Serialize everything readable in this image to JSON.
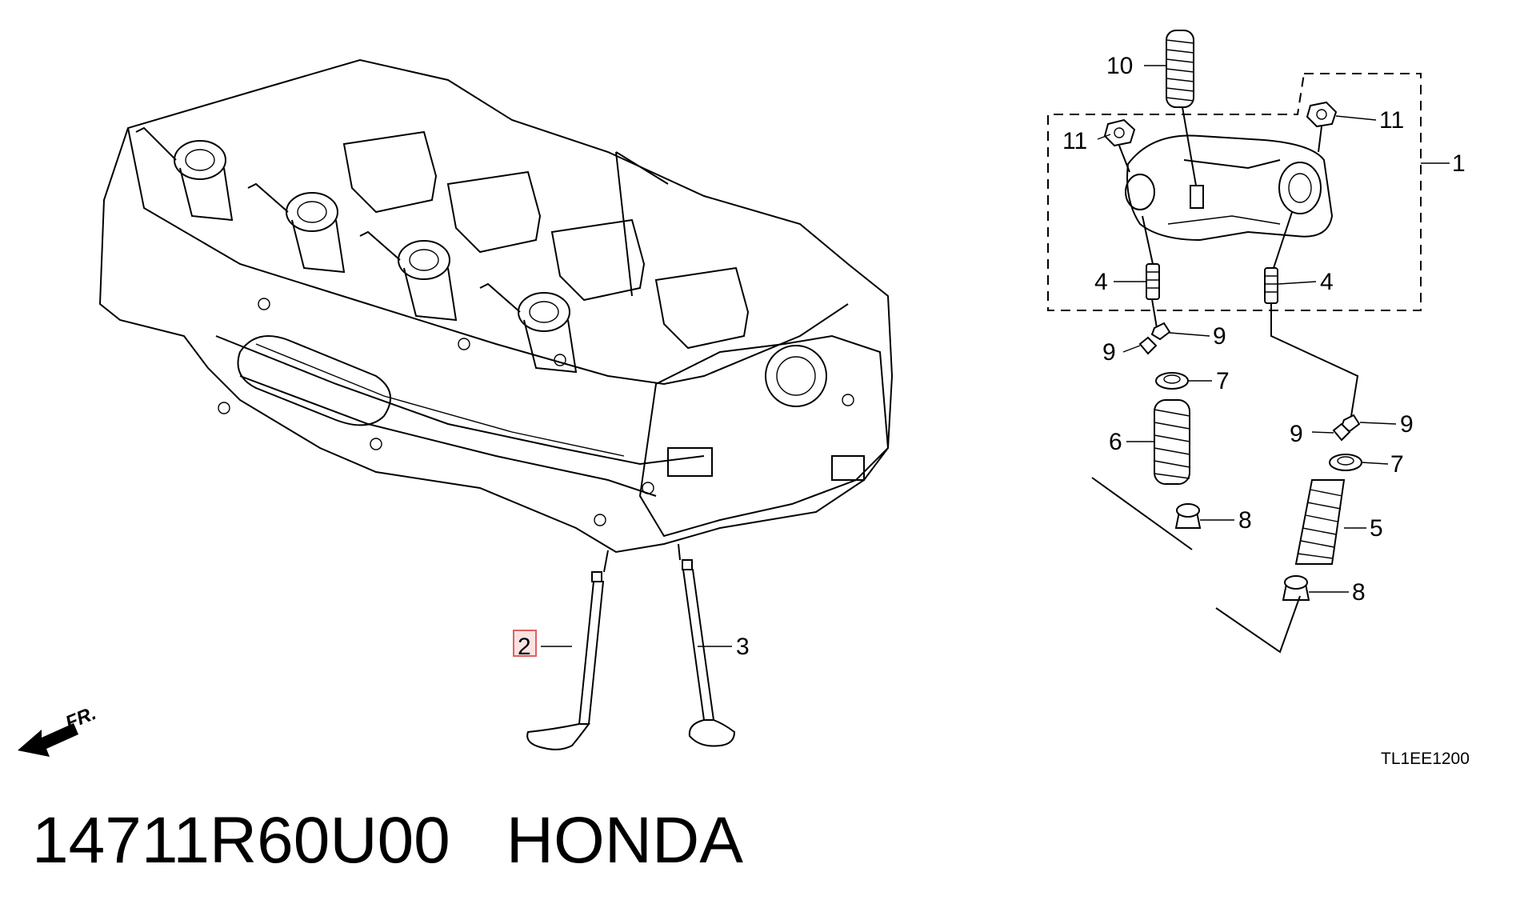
{
  "diagram": {
    "callouts": [
      {
        "id": "1",
        "label": "1"
      },
      {
        "id": "2",
        "label": "2",
        "highlighted": true
      },
      {
        "id": "3",
        "label": "3"
      },
      {
        "id": "4a",
        "label": "4"
      },
      {
        "id": "4b",
        "label": "4"
      },
      {
        "id": "5",
        "label": "5"
      },
      {
        "id": "6",
        "label": "6"
      },
      {
        "id": "7a",
        "label": "7"
      },
      {
        "id": "7b",
        "label": "7"
      },
      {
        "id": "8a",
        "label": "8"
      },
      {
        "id": "8b",
        "label": "8"
      },
      {
        "id": "9a",
        "label": "9"
      },
      {
        "id": "9b",
        "label": "9"
      },
      {
        "id": "9c",
        "label": "9"
      },
      {
        "id": "9d",
        "label": "9"
      },
      {
        "id": "10",
        "label": "10"
      },
      {
        "id": "11a",
        "label": "11"
      },
      {
        "id": "11b",
        "label": "11"
      }
    ],
    "direction_label": "FR.",
    "reference_code": "TL1EE1200",
    "highlight_color": "#e06060"
  },
  "caption": {
    "part_number": "14711R60U00",
    "brand": "HONDA"
  }
}
